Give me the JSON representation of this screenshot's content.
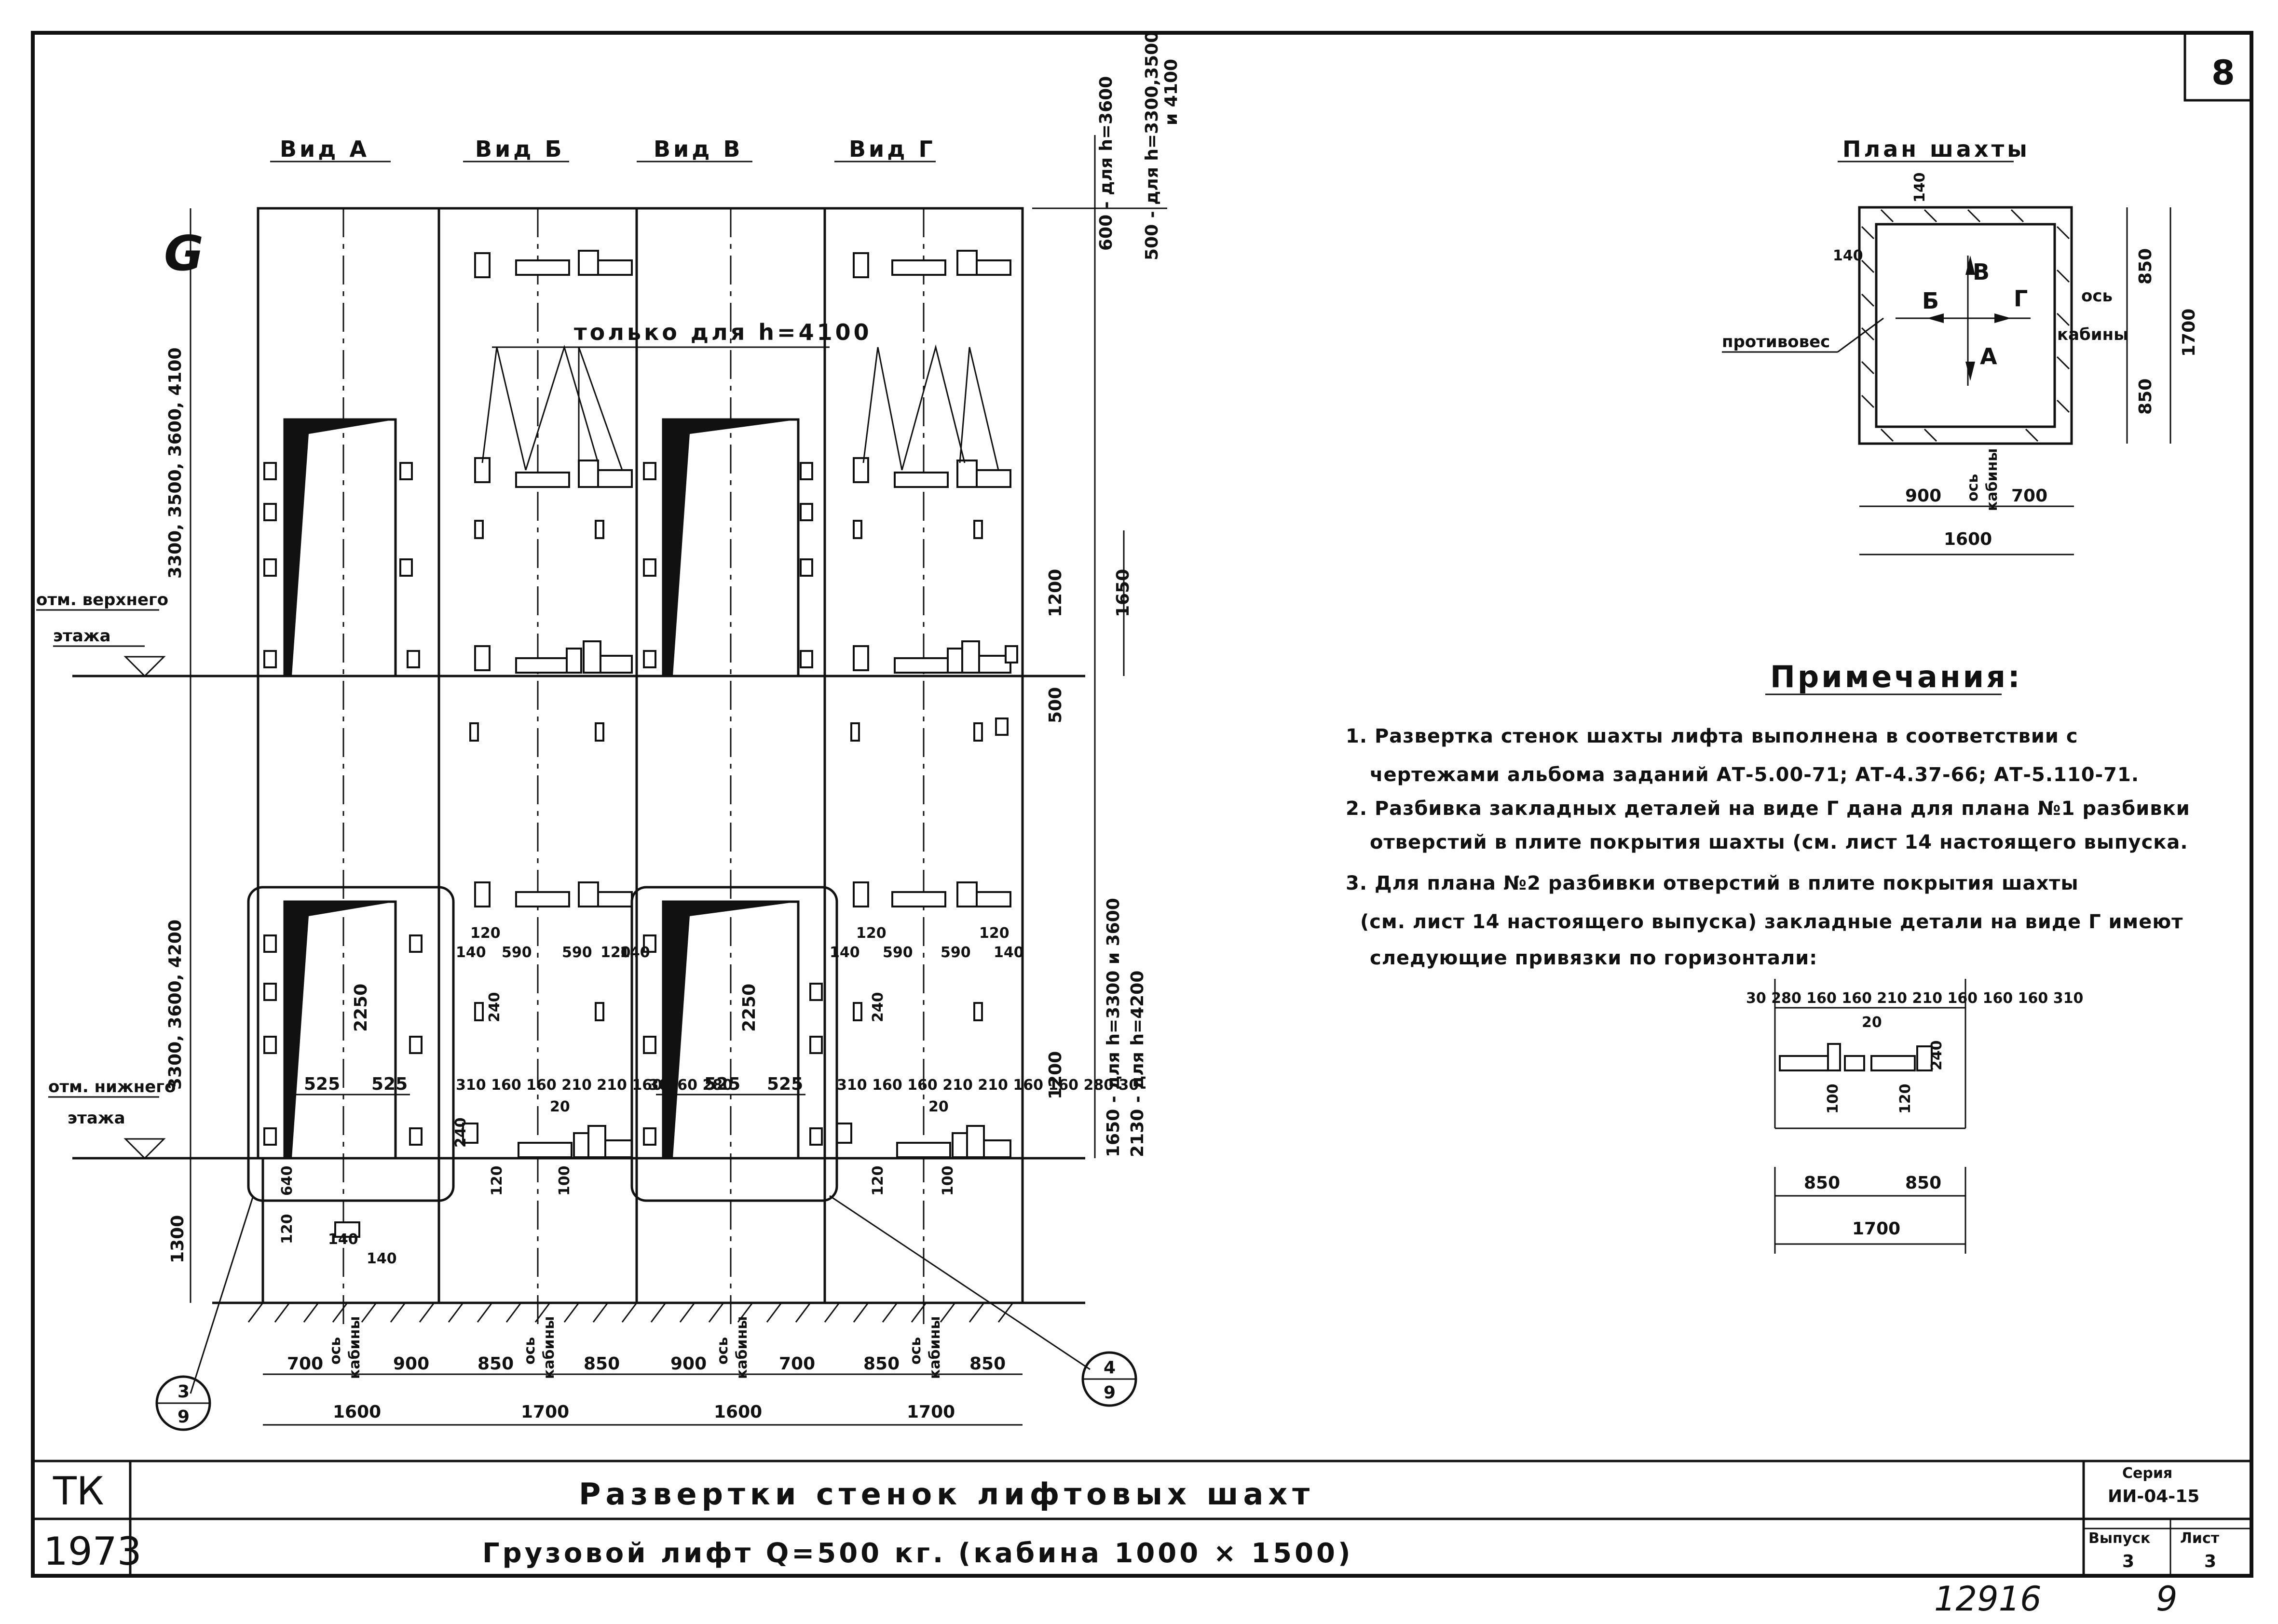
{
  "sheet": {
    "sheet_number": "8",
    "handwritten_number": "12916",
    "page_number": "9",
    "margin_letter": "G"
  },
  "views": {
    "view_a": "Вид А",
    "view_b": "Вид Б",
    "view_v": "Вид В",
    "view_g": "Вид Г"
  },
  "elevation": {
    "upper_floor_mark": "отм. верхнего",
    "upper_floor_mark_2": "этажа",
    "lower_floor_mark": "отм. нижнего",
    "lower_floor_mark_2": "этажа",
    "only_for_h": "только для h=4100",
    "left_height_top": "3300, 3500, 3600, 4100",
    "left_height_bottom": "3300, 3600, 4200",
    "base_height": "1300",
    "top_dim_1": "600 - для h=3600",
    "top_dim_2": "500 - для h=3300,3500",
    "top_dim_3": "и 4100",
    "dim_1650": "1650",
    "dim_1200": "1200",
    "dim_500": "500",
    "dim_1200b": "1200",
    "dim_lower_1": "1650 - для h=3300 и 3600",
    "dim_lower_2": "2130 - для h=4200",
    "door_height_a": "2250",
    "door_height_v": "2250",
    "d525_1": "525",
    "d525_2": "525",
    "d525_3": "525",
    "d525_4": "525",
    "d30": "30",
    "d640": "640",
    "d120a": "120",
    "d140a": "140",
    "d140b": "140",
    "row_b_top": "120",
    "row_b_140": "140",
    "row_b_590a": "590",
    "row_b_590b": "590",
    "row_b_120": "120",
    "row_b_140b": "140",
    "row_b_240": "240",
    "row_b_bottom": "310 160 160 210 210 160 160 280",
    "row_b_20": "20",
    "row_b_240b": "240",
    "row_b_120b": "120",
    "row_b_100": "100",
    "row_g_top": "120",
    "row_g_140": "140",
    "row_g_590a": "590",
    "row_g_590b": "590",
    "row_g_120": "120",
    "row_g_140b": "140",
    "row_g_240": "240",
    "row_g_bottom": "310 160 160 210 210 160 160 280 30",
    "row_g_20": "20",
    "row_g_120b": "120",
    "row_g_100": "100",
    "bottom_dims": [
      "700",
      "900",
      "850",
      "850",
      "900",
      "700",
      "850",
      "850"
    ],
    "axis_label": "ось",
    "axis_label_2": "кабины",
    "total_dims": [
      "1600",
      "1700",
      "1600",
      "1700"
    ],
    "callout_left_top": "3",
    "callout_left_bottom": "9",
    "callout_right_top": "4",
    "callout_right_bottom": "9"
  },
  "plan": {
    "title": "План шахты",
    "counterweight": "противовес",
    "axis": "ось",
    "cabin": "кабины",
    "dim_140_top": "140",
    "dim_140_left": "140",
    "dim_850_top": "850",
    "dim_850_bottom": "850",
    "dim_1700": "1700",
    "dim_900": "900",
    "dim_700": "700",
    "dim_1600": "1600",
    "dir_a": "А",
    "dir_b": "Б",
    "dir_v": "В",
    "dir_g": "Г"
  },
  "notes": {
    "title": "Примечания:",
    "items": [
      "1. Развертка стенок шахты лифта выполнена в соответствии с",
      "чертежами альбома заданий АТ-5.00-71; АТ-4.37-66; АТ-5.110-71.",
      "2. Разбивка закладных деталей на виде Г дана для плана №1 разбивки",
      "отверстий в плите покрытия шахты (см. лист 14 настоящего выпуска.",
      "3. Для плана №2 разбивки отверстий в плите покрытия шахты",
      "(см. лист 14 настоящего выпуска) закладные детали на виде Г имеют",
      "следующие привязки по горизонтали:"
    ],
    "detail_top": "30  280 160 160 210 210 160 160 160 310",
    "detail_20": "20",
    "detail_100": "100",
    "detail_120": "120",
    "detail_240": "240",
    "detail_850a": "850",
    "detail_850b": "850",
    "detail_1700": "1700"
  },
  "title_block": {
    "tk": "ТК",
    "year": "1973",
    "title": "Развертки стенок лифтовых шахт",
    "subtitle": "Грузовой лифт  Q=500 кг.  (кабина 1000 × 1500)",
    "series_label": "Серия",
    "series_value": "ИИ-04-15",
    "issue_label": "Выпуск",
    "issue_value": "3",
    "sheet_label": "Лист",
    "sheet_value": "3"
  }
}
